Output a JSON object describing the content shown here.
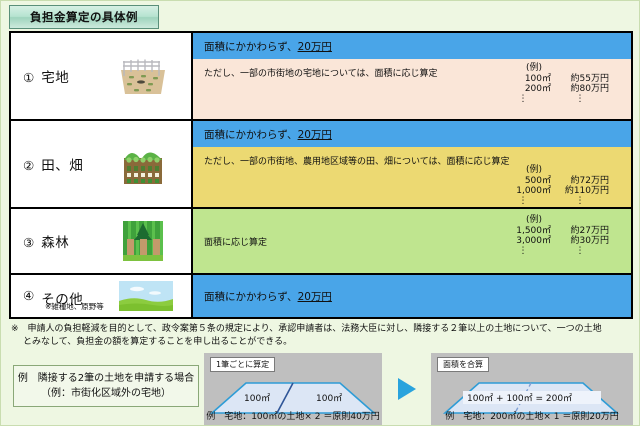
{
  "title": "負担金算定の具体例",
  "table": {
    "rows": [
      {
        "num": "①",
        "name": "宅地",
        "sub": "",
        "icon": "vacant-lot-icon",
        "blue_text_before": "面積にかかわらず、",
        "blue_text_underlined": "20万円",
        "note": "ただし、一部の市街地の宅地については、面積に応じ算定",
        "note_color": "#fae6d8",
        "example_header": "(例)",
        "examples": [
          {
            "area": "100㎡",
            "amount": "約55万円"
          },
          {
            "area": "200㎡",
            "amount": "約80万円"
          }
        ],
        "ellipsis": "⋮"
      },
      {
        "num": "②",
        "name": "田、畑",
        "sub": "",
        "icon": "farm-field-icon",
        "blue_text_before": "面積にかかわらず、",
        "blue_text_underlined": "20万円",
        "note": "ただし、一部の市街地、農用地区域等の田、畑については、面積に応じ算定",
        "note_color": "#ecd972",
        "example_header": "(例)",
        "examples": [
          {
            "area": "500㎡",
            "amount": "約72万円"
          },
          {
            "area": "1,000㎡",
            "amount": "約110万円"
          }
        ],
        "ellipsis": "⋮"
      },
      {
        "num": "③",
        "name": "森林",
        "sub": "",
        "icon": "forest-icon",
        "green_text": "面積に応じ算定",
        "note_color": "#bfe58f",
        "example_header": "(例)",
        "examples": [
          {
            "area": "1,500㎡",
            "amount": "約27万円"
          },
          {
            "area": "3,000㎡",
            "amount": "約30万円"
          }
        ],
        "ellipsis": "⋮"
      },
      {
        "num": "④",
        "name": "その他",
        "sub": "※雑種地、原野等",
        "icon": "grassland-icon",
        "blue_text_before": "面積にかかわらず、",
        "blue_text_underlined": "20万円"
      }
    ]
  },
  "footnote": {
    "line1": "※　申請人の負担軽減を目的として、政令案第５条の規定により、承認申請者は、法務大臣に対し、隣接する２筆以上の土地について、一つの土地",
    "line2": "とみなして、負担金の額を算定することを申し出ることができる。"
  },
  "bottom": {
    "left_box": {
      "line1": "例　隣接する2筆の土地を申請する場合",
      "line2": "（例：市街化区域外の宅地）"
    },
    "panel1": {
      "tag": "1筆ごとに算定",
      "shape_label_left": "100㎡",
      "shape_label_right": "100㎡",
      "caption": "例　宅地：100㎡の土地× 2 ＝原則40万円"
    },
    "arrow_icon": "right-arrow-icon",
    "panel2": {
      "tag": "面積を合算",
      "shape_label": "100㎡ + 100㎡ = 200㎡",
      "caption": "例　宅地：200㎡の土地× 1 ＝原則20万円"
    }
  },
  "colors": {
    "page_bg": "#eef7e2",
    "blue_bar": "#49a5e8",
    "peach": "#fae6d8",
    "yellow": "#ecd972",
    "green": "#bfe58f",
    "panel_gray": "#bfbfbf",
    "arrow": "#29a3dd",
    "title_border": "#5a8f7a"
  }
}
